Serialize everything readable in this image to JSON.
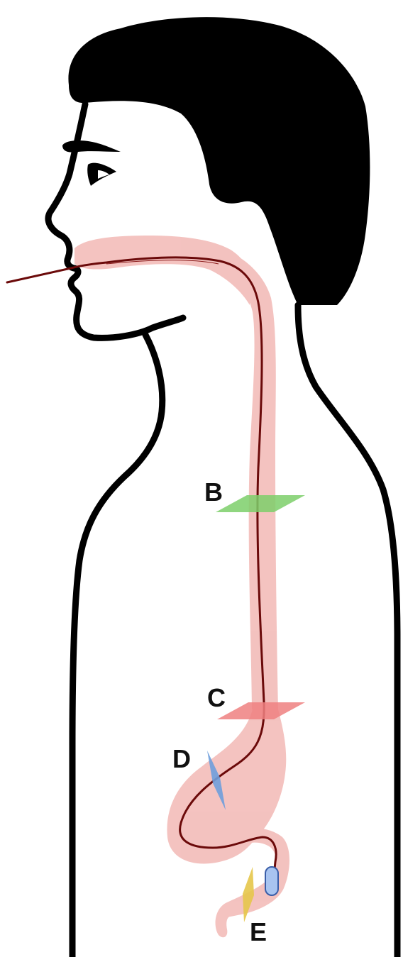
{
  "labels": {
    "b": "B",
    "c": "C",
    "d": "D",
    "e": "E"
  },
  "colors": {
    "background": "#ffffff",
    "outline": "#000000",
    "hair": "#000000",
    "gi_tract": "#f2b8b5",
    "tube": "#6b0a0a",
    "plane_b": "#7ccf6a",
    "plane_c": "#ef8080",
    "plane_d": "#6f9fdc",
    "plane_e": "#e6c64a",
    "capsule": "#a8c4f0"
  }
}
